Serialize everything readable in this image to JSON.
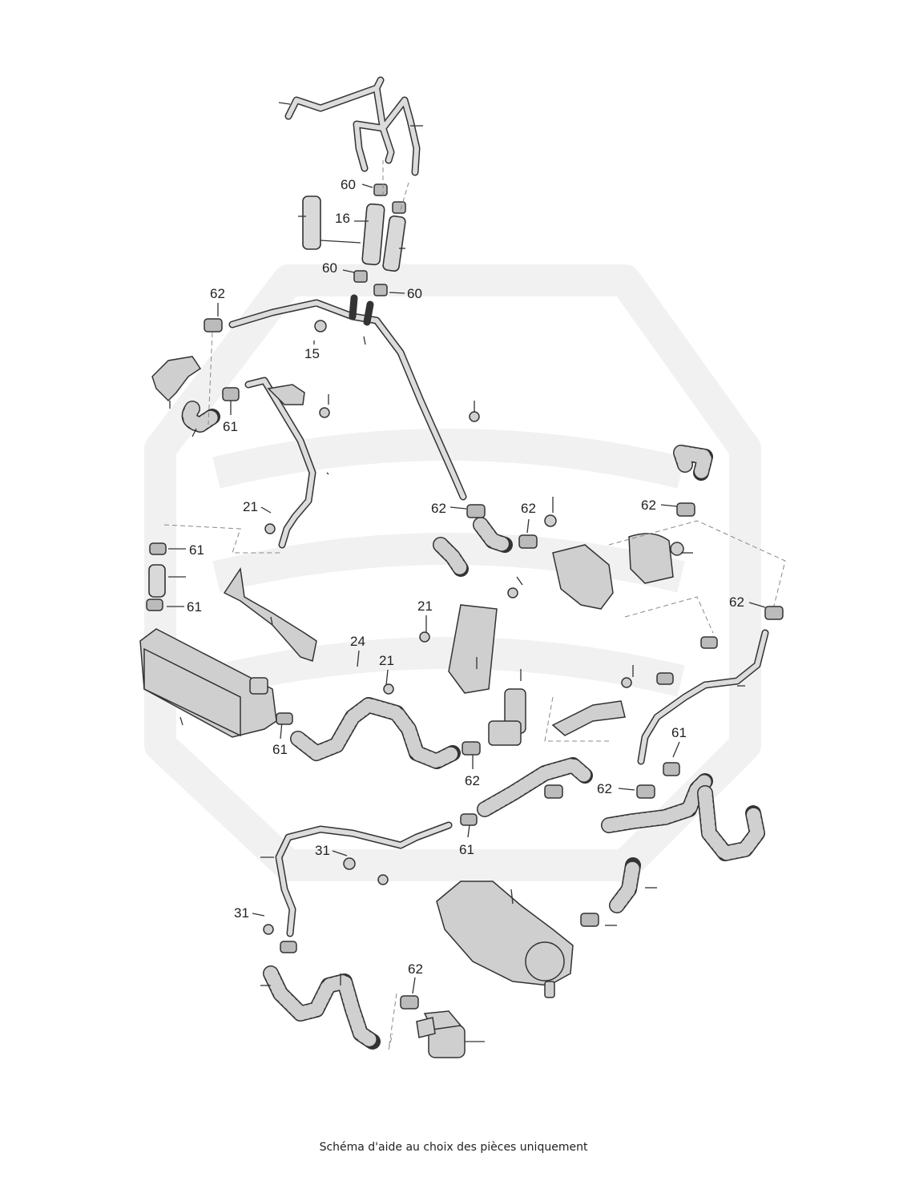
{
  "caption": "Schéma d'aide au choix des pièces uniquement",
  "part_labels": [
    "60",
    "16",
    "60",
    "60",
    "62",
    "15",
    "61",
    "21",
    "61",
    "61",
    "62",
    "62",
    "62",
    "62",
    "21",
    "24",
    "21",
    "61",
    "62",
    "61",
    "62",
    "61",
    "31",
    "31",
    "62"
  ],
  "colors": {
    "hose_fill": "#d9d9d9",
    "outline": "#333333",
    "watermark": "#f1f1f1"
  }
}
